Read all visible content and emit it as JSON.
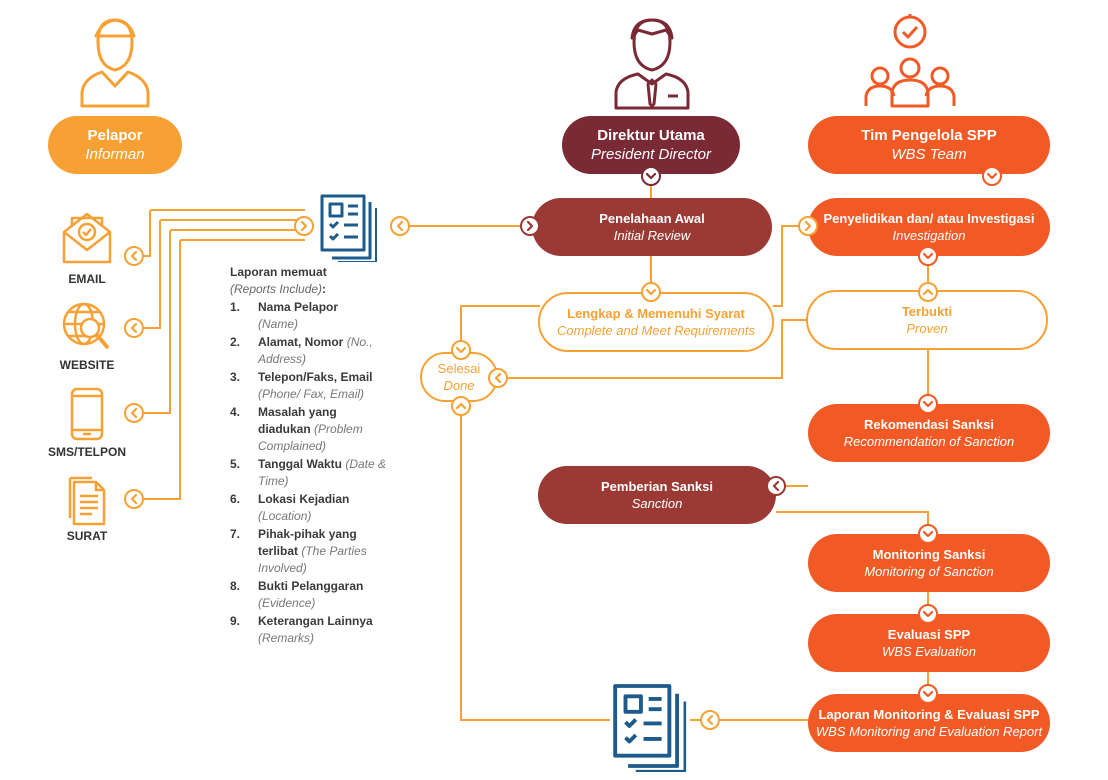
{
  "actors": {
    "reporter": {
      "title": "Pelapor",
      "subtitle": "Informan"
    },
    "director": {
      "title": "Direktur Utama",
      "subtitle": "President Director"
    },
    "team": {
      "title": "Tim Pengelola SPP",
      "subtitle": "WBS Team"
    }
  },
  "channels": [
    {
      "label": "EMAIL",
      "icon": "envelope-icon"
    },
    {
      "label": "WEBSITE",
      "icon": "globe-search-icon"
    },
    {
      "label": "SMS/TELPON",
      "icon": "phone-icon"
    },
    {
      "label": "SURAT",
      "icon": "letter-icon"
    }
  ],
  "report_list": {
    "heading": "Laporan memuat",
    "heading_sub": "(Reports Include)",
    "heading_colon": ":",
    "items": [
      {
        "num": "1.",
        "label": "Nama Pelapor",
        "sub": "(Name)"
      },
      {
        "num": "2.",
        "label": "Alamat, Nomor",
        "sub": "(No., Address)"
      },
      {
        "num": "3.",
        "label": "Telepon/Faks, Email",
        "sub": "(Phone/ Fax, Email)"
      },
      {
        "num": "4.",
        "label": "Masalah yang diadukan",
        "sub": "(Problem Complained)"
      },
      {
        "num": "5.",
        "label": "Tanggal Waktu",
        "sub": "(Date & Time)"
      },
      {
        "num": "6.",
        "label": "Lokasi Kejadian",
        "sub": "(Location)"
      },
      {
        "num": "7.",
        "label": "Pihak-pihak yang terlibat",
        "sub": "(The Parties Involved)"
      },
      {
        "num": "8.",
        "label": "Bukti Pelanggaran",
        "sub": "(Evidence)"
      },
      {
        "num": "9.",
        "label": "Keterangan Lainnya",
        "sub": "(Remarks)"
      }
    ]
  },
  "steps": {
    "initial_review": {
      "title": "Penelahaan Awal",
      "subtitle": "Initial Review"
    },
    "complete": {
      "title": "Lengkap & Memenuhi Syarat",
      "subtitle": "Complete and Meet Requirements"
    },
    "investigation": {
      "title": "Penyelidikan dan/ atau Investigasi",
      "subtitle": "Investigation"
    },
    "proven": {
      "title": "Terbukti",
      "subtitle": "Proven"
    },
    "done": {
      "title": "Selesai",
      "subtitle": "Done"
    },
    "recommendation": {
      "title": "Rekomendasi Sanksi",
      "subtitle": "Recommendation of Sanction"
    },
    "sanction": {
      "title": "Pemberian Sanksi",
      "subtitle": "Sanction"
    },
    "monitoring": {
      "title": "Monitoring Sanksi",
      "subtitle": "Monitoring of Sanction"
    },
    "evaluation": {
      "title": "Evaluasi SPP",
      "subtitle": "WBS Evaluation"
    },
    "final_report": {
      "title": "Laporan Monitoring & Evaluasi SPP",
      "subtitle": "WBS Monitoring and Evaluation Report"
    }
  },
  "colors": {
    "orange": "#f7a134",
    "maroon": "#7a2a35",
    "red_orange": "#f15a24",
    "rust": "#9b3a35",
    "navy": "#1d5b8c"
  }
}
